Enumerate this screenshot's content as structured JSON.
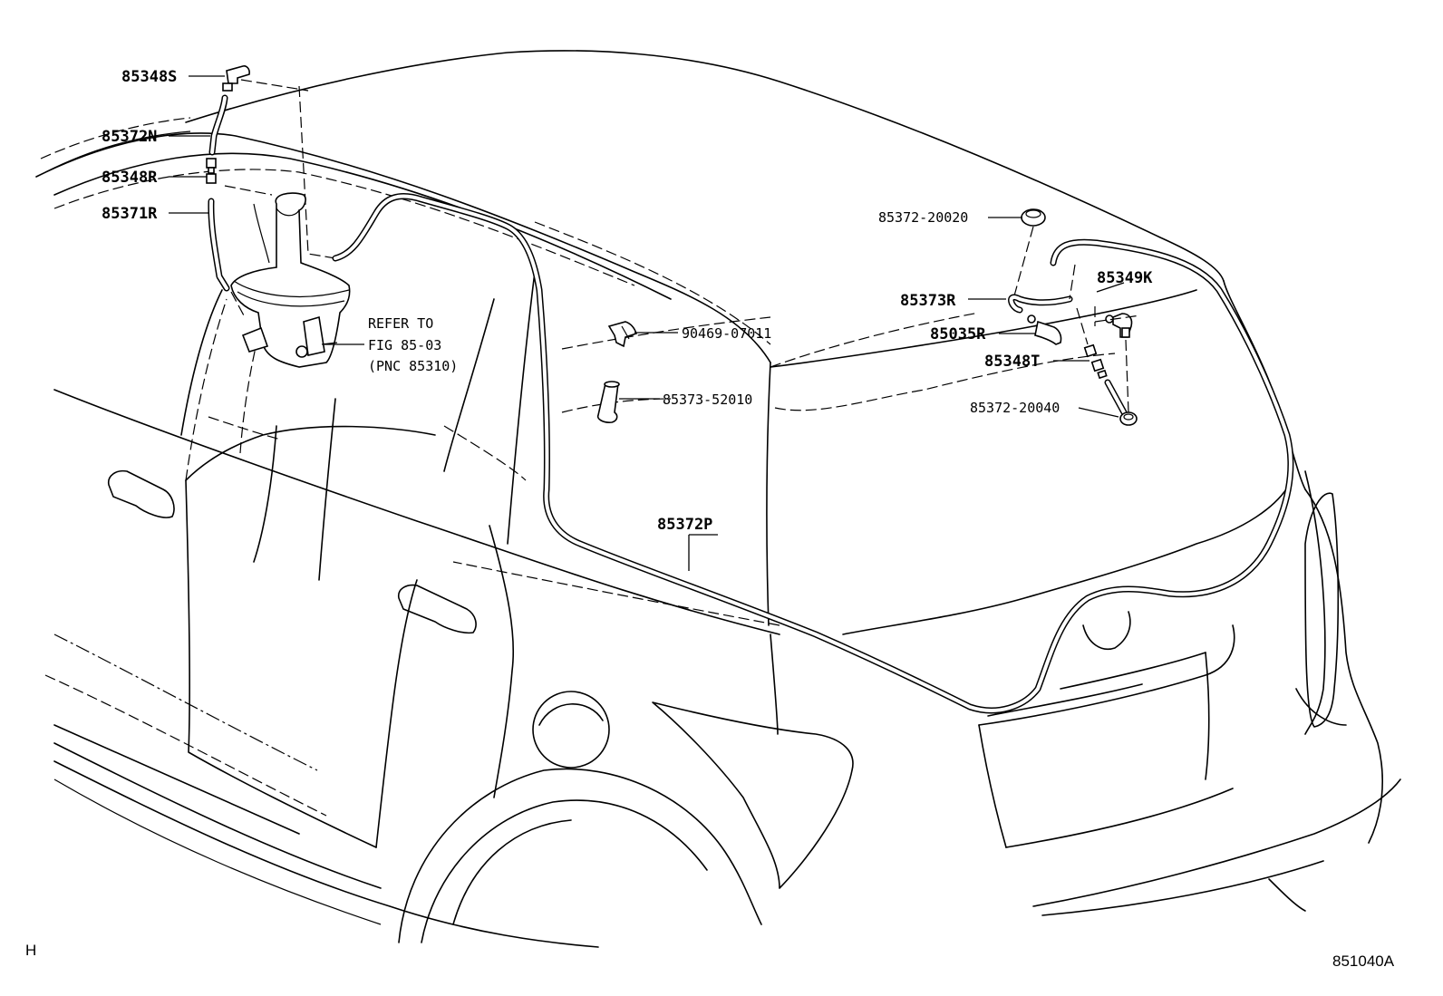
{
  "labels": {
    "p85348S": "85348S",
    "p85372N": "85372N",
    "p85348R": "85348R",
    "p85371R": "85371R",
    "p85372_20020": "85372-20020",
    "p85349K": "85349K",
    "p85373R": "85373R",
    "p85035R": "85035R",
    "p85348T": "85348T",
    "p85372_20040": "85372-20040",
    "p90469_07011": "90469-07011",
    "p85373_52010": "85373-52010",
    "p85372P": "85372P"
  },
  "note": {
    "line1": "REFER TO",
    "line2": "FIG 85-03",
    "line3": "(PNC 85310)"
  },
  "corner_left": "H",
  "figure_id": "851040A"
}
